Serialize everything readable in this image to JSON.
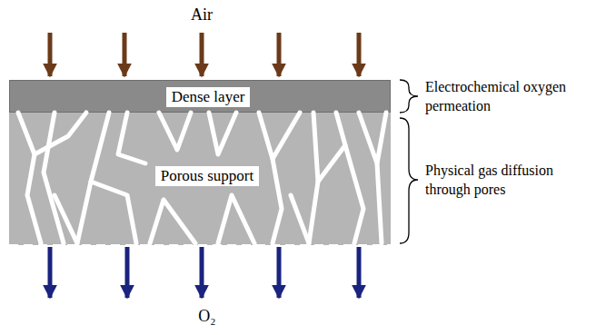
{
  "diagram": {
    "nodes": [
      {
        "text": [
          "Dense layer"
        ]
      },
      {
        "text": [
          "Porous support"
        ]
      }
    ],
    "labels": [
      "Air",
      "Electrochemical oxygen permeation",
      "Physical gas diffusion through pores",
      "O₂"
    ]
  }
}
